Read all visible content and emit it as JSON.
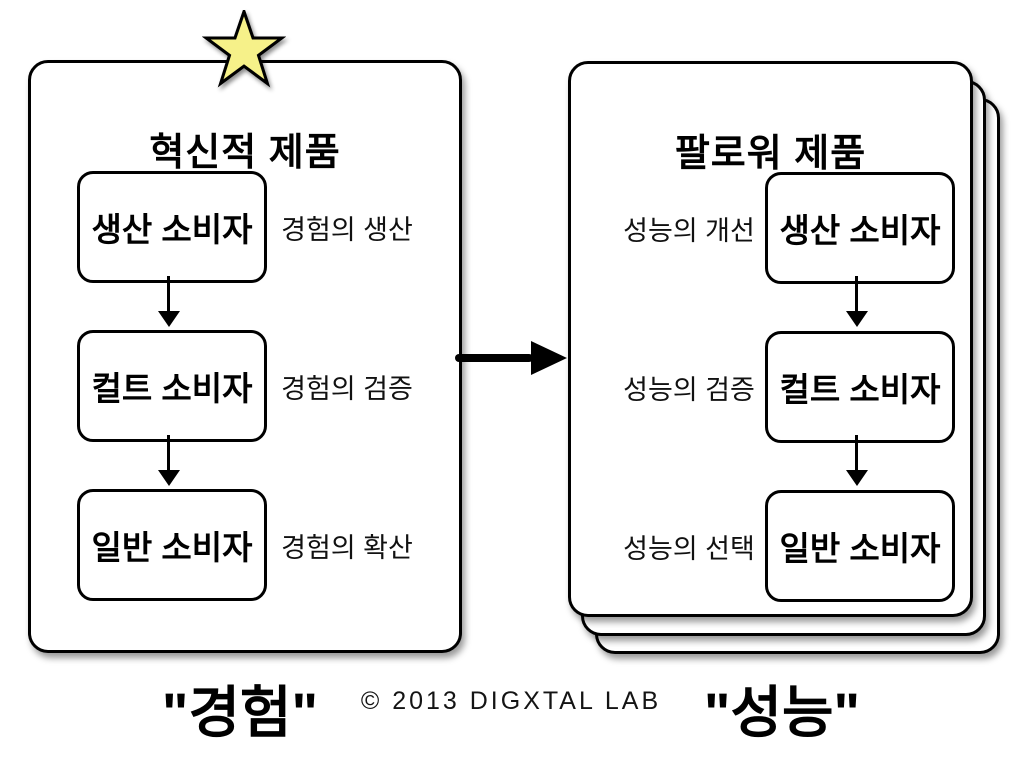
{
  "diagram": {
    "left_panel": {
      "title": "혁신적 제품",
      "rows": [
        {
          "box": "생산 소비자",
          "label": "경험의 생산"
        },
        {
          "box": "컬트 소비자",
          "label": "경험의 검증"
        },
        {
          "box": "일반 소비자",
          "label": "경험의 확산"
        }
      ],
      "caption": "\"경험\""
    },
    "right_panel": {
      "title": "팔로워 제품",
      "rows": [
        {
          "label": "성능의 개선",
          "box": "생산 소비자"
        },
        {
          "label": "성능의 검증",
          "box": "컬트 소비자"
        },
        {
          "label": "성능의 선택",
          "box": "일반 소비자"
        }
      ],
      "caption": "\"성능\""
    },
    "footer": {
      "copyright": "© 2013 DIGXTAL LAB"
    },
    "colors": {
      "star_fill": "#f6f189",
      "outline": "#000000"
    }
  }
}
